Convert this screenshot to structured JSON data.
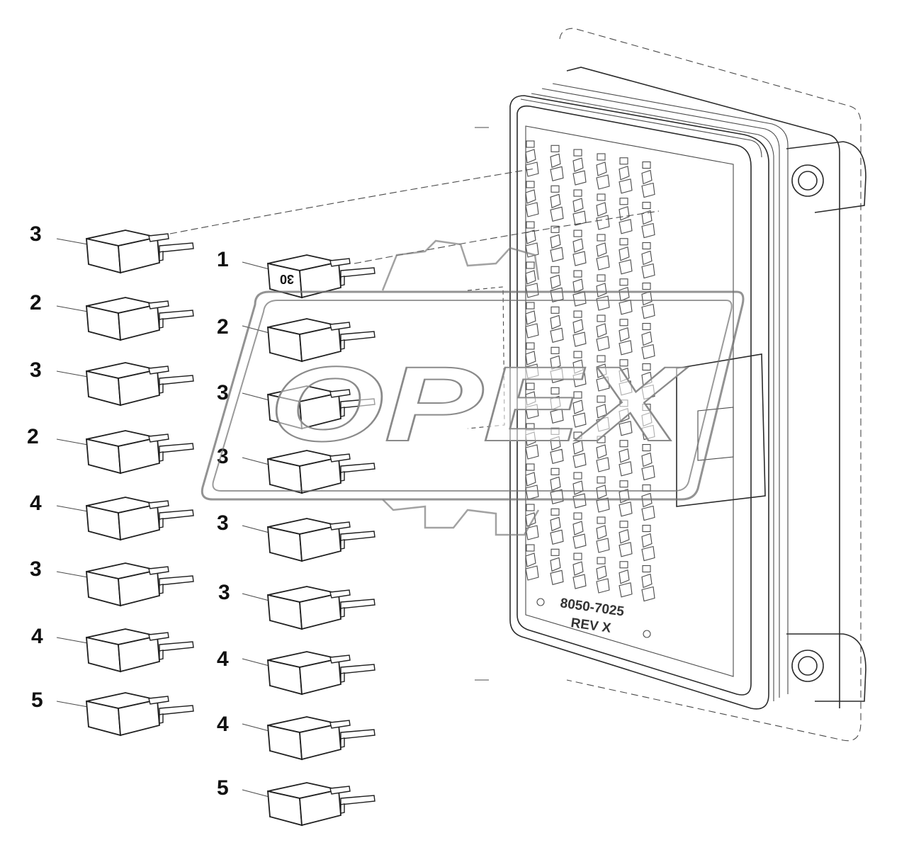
{
  "fuse_block": {
    "part_number": "8050-7025",
    "revision": "REV  X"
  },
  "watermark": {
    "text": "OPEX"
  },
  "fuse_rating_mark": "30",
  "callouts": {
    "left_column": [
      "3",
      "2",
      "3",
      "2",
      "4",
      "3",
      "4",
      "5"
    ],
    "right_column": [
      "1",
      "2",
      "3",
      "3",
      "3",
      "3",
      "4",
      "4",
      "5"
    ]
  },
  "colors": {
    "line": "#2b2b2b",
    "watermark_stroke": "#8a8a8a",
    "background": "#ffffff"
  }
}
